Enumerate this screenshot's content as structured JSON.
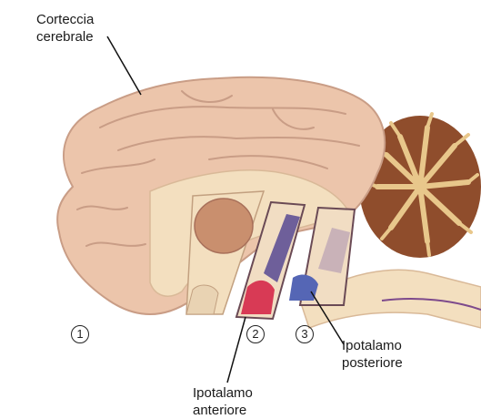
{
  "labels": {
    "cortex_line1": "Corteccia",
    "cortex_line2": "cerebrale",
    "anterior_line1": "Ipotalamo",
    "anterior_line2": "anteriore",
    "posterior_line1": "Ipotalamo",
    "posterior_line2": "posteriore"
  },
  "markers": [
    "1",
    "2",
    "3"
  ],
  "colors": {
    "cortex": "#ecc5ab",
    "cortex_outline": "#c99d86",
    "white_matter": "#f3dfbf",
    "cerebellum": "#8f4d2c",
    "cerebellum_inner": "#e8c78b",
    "anterior_section": "#d83a55",
    "posterior_section": "#5566b5"
  }
}
